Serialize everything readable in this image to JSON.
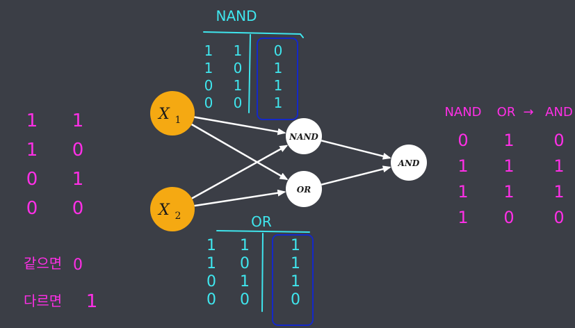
{
  "diagram": {
    "inputs": [
      {
        "id": "x1",
        "var": "X",
        "sub": "1"
      },
      {
        "id": "x2",
        "var": "X",
        "sub": "2"
      }
    ],
    "gates": [
      {
        "id": "nand",
        "label": "NAND"
      },
      {
        "id": "or",
        "label": "OR"
      },
      {
        "id": "and",
        "label": "AND"
      }
    ],
    "edges": [
      [
        "x1",
        "nand"
      ],
      [
        "x1",
        "or"
      ],
      [
        "x2",
        "nand"
      ],
      [
        "x2",
        "or"
      ],
      [
        "nand",
        "and"
      ],
      [
        "or",
        "and"
      ]
    ],
    "colors": {
      "background": "#3b3e46",
      "input_node": "#f5a912",
      "gate_node": "#ffffff",
      "edge": "#ffffff",
      "handwriting_cyan": "#3fe6ee",
      "handwriting_magenta": "#ff2fe6",
      "highlight_box": "#1428c8"
    }
  },
  "nand_table": {
    "title": "NAND",
    "rows": [
      [
        "1",
        "1",
        "0"
      ],
      [
        "1",
        "0",
        "1"
      ],
      [
        "0",
        "1",
        "1"
      ],
      [
        "0",
        "0",
        "1"
      ]
    ]
  },
  "or_table": {
    "title": "OR",
    "rows": [
      [
        "1",
        "1",
        "1"
      ],
      [
        "1",
        "0",
        "1"
      ],
      [
        "0",
        "1",
        "1"
      ],
      [
        "0",
        "0",
        "0"
      ]
    ]
  },
  "left_notes": {
    "rows": [
      [
        "1",
        "1"
      ],
      [
        "1",
        "0"
      ],
      [
        "0",
        "1"
      ],
      [
        "0",
        "0"
      ]
    ],
    "rule_same": {
      "text": "같으면",
      "value": "0"
    },
    "rule_diff": {
      "text": "다르면",
      "value": "1"
    }
  },
  "right_table": {
    "headers": [
      "NAND",
      "OR",
      "AND"
    ],
    "arrow": "→",
    "rows": [
      [
        "0",
        "1",
        "0"
      ],
      [
        "1",
        "1",
        "1"
      ],
      [
        "1",
        "1",
        "1"
      ],
      [
        "1",
        "0",
        "0"
      ]
    ]
  }
}
